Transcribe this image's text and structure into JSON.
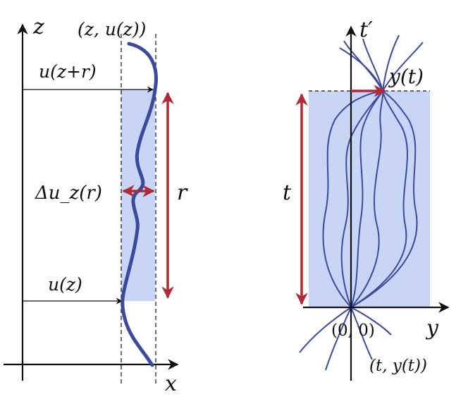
{
  "left_panel": {
    "axis_vertical_label": "z",
    "axis_horizontal_label": "x",
    "top_point_label": "(z, u(z))",
    "arrow_top_label": "u(z+r)",
    "increment_label": "Δu_z(r)",
    "separation_label": "r",
    "arrow_bottom_label": "u(z)"
  },
  "right_panel": {
    "axis_vertical_label": "t′",
    "axis_horizontal_label": "y",
    "endpoint_label": "y(t)",
    "duration_label": "t",
    "origin_label": "(0, 0)",
    "path_label": "(t, y(t))"
  },
  "colors": {
    "curve": "#3a4b9c",
    "shade": "#c8d5f7",
    "arrow_red": "#b22a35",
    "ink": "#111111"
  }
}
